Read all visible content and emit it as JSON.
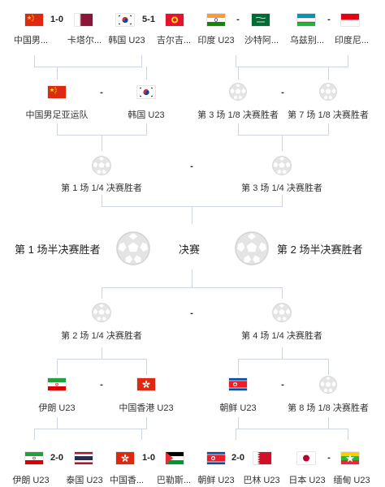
{
  "r16_top": [
    {
      "left_team": "中国男...",
      "right_team": "卡塔尔...",
      "score": "1-0",
      "left_flag": "cn",
      "right_flag": "qa"
    },
    {
      "left_team": "韩国 U23",
      "right_team": "吉尔吉...",
      "score": "5-1",
      "left_flag": "kr",
      "right_flag": "kg"
    },
    {
      "left_team": "印度 U23",
      "right_team": "沙特阿...",
      "score": "-",
      "left_flag": "in",
      "right_flag": "sa"
    },
    {
      "left_team": "乌兹别...",
      "right_team": "印度尼...",
      "score": "-",
      "left_flag": "uz",
      "right_flag": "id"
    }
  ],
  "qf_top": [
    {
      "left_team": "中国男足亚运队",
      "right_team": "韩国 U23",
      "score": "-"
    },
    {
      "left_team": "第 3 场 1/8 决赛胜者",
      "right_team": "第 7 场 1/8 决赛胜者",
      "score": "-"
    }
  ],
  "sf_top": {
    "left_team": "第 1 场 1/4 决赛胜者",
    "right_team": "第 3 场 1/4 决赛胜者",
    "score": "-"
  },
  "final": {
    "left_team": "第 1 场半决赛胜者",
    "title": "决赛",
    "right_team": "第 2 场半决赛胜者"
  },
  "sf_bottom": {
    "left_team": "第 2 场 1/4 决赛胜者",
    "right_team": "第 4 场 1/4 决赛胜者",
    "score": "-"
  },
  "qf_bottom": [
    {
      "left_team": "伊朗 U23",
      "right_team": "中国香港 U23",
      "score": "-"
    },
    {
      "left_team": "朝鲜 U23",
      "right_team": "第 8 场 1/8 决赛胜者",
      "score": "-"
    }
  ],
  "r16_bottom": [
    {
      "left_team": "伊朗 U23",
      "right_team": "泰国 U23",
      "score": "2-0",
      "left_flag": "ir",
      "right_flag": "th"
    },
    {
      "left_team": "中国香...",
      "right_team": "巴勒斯...",
      "score": "1-0",
      "left_flag": "hk",
      "right_flag": "ps"
    },
    {
      "left_team": "朝鲜 U23",
      "right_team": "巴林 U23",
      "score": "2-0",
      "left_flag": "kp",
      "right_flag": "bh"
    },
    {
      "left_team": "日本 U23",
      "right_team": "缅甸 U23",
      "score": "-",
      "left_flag": "jp",
      "right_flag": "mm"
    }
  ]
}
